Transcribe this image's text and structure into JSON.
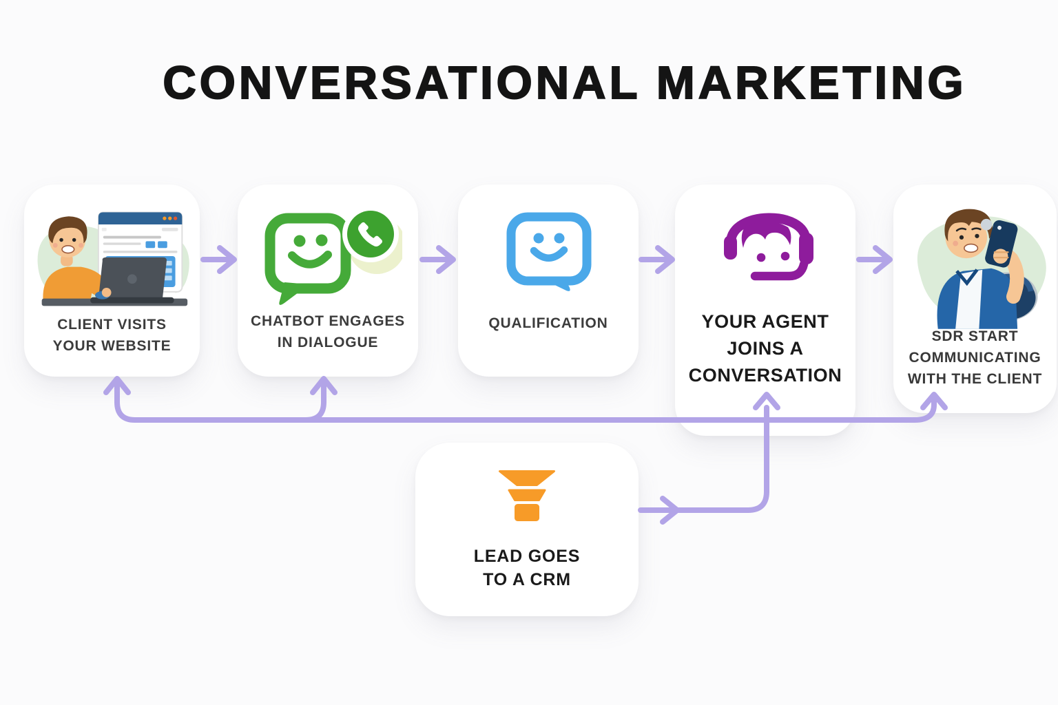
{
  "title": "CONVERSATIONAL MARKETING",
  "colors": {
    "background": "#fbfbfc",
    "card": "#ffffff",
    "connector_purple": "#b2a4e7",
    "chatbot_green": "#45aa39",
    "whatsapp_badge_green": "#3da22f",
    "qualification_blue": "#4aa8e9",
    "agent_purple": "#8e1c9c",
    "funnel_orange": "#f79b28",
    "title_text": "#141414",
    "label_text": "#3c3c3c"
  },
  "cards": [
    {
      "id": "client-visits",
      "icon": "man-at-laptop-illustration",
      "lines": [
        "CLIENT VISITS",
        "YOUR WEBSITE"
      ]
    },
    {
      "id": "chatbot-engages",
      "icon": "green-chat-bubble-whatsapp-icon",
      "lines": [
        "CHATBOT ENGAGES",
        "IN DIALOGUE"
      ]
    },
    {
      "id": "qualification",
      "icon": "blue-chat-bubble-smiley-icon",
      "lines": [
        "QUALIFICATION"
      ]
    },
    {
      "id": "agent-joins",
      "icon": "purple-support-agent-headset-icon",
      "lines": [
        "YOUR AGENT",
        "JOINS A",
        "CONVERSATION"
      ]
    },
    {
      "id": "sdr-communicates",
      "icon": "man-with-phone-illustration",
      "lines": [
        "SDR START",
        "COMMUNICATING",
        "WITH THE CLIENT"
      ]
    },
    {
      "id": "lead-to-crm",
      "icon": "orange-sales-funnel-icon",
      "lines": [
        "LEAD GOES",
        "TO A CRM"
      ]
    }
  ],
  "connections": [
    {
      "from": "client-visits",
      "to": "chatbot-engages",
      "style": "arrow-right"
    },
    {
      "from": "chatbot-engages",
      "to": "qualification",
      "style": "arrow-right"
    },
    {
      "from": "qualification",
      "to": "agent-joins",
      "style": "arrow-right"
    },
    {
      "from": "agent-joins",
      "to": "sdr-communicates",
      "style": "arrow-right"
    },
    {
      "from": "lead-to-crm",
      "to": "agent-joins",
      "style": "elbow-up-arrow"
    },
    {
      "from": "feedback-trunk",
      "to": "client-visits",
      "style": "arrow-up"
    },
    {
      "from": "feedback-trunk",
      "to": "chatbot-engages",
      "style": "arrow-up"
    },
    {
      "from": "feedback-trunk",
      "to": "sdr-communicates",
      "style": "curve-up-arrow"
    }
  ]
}
